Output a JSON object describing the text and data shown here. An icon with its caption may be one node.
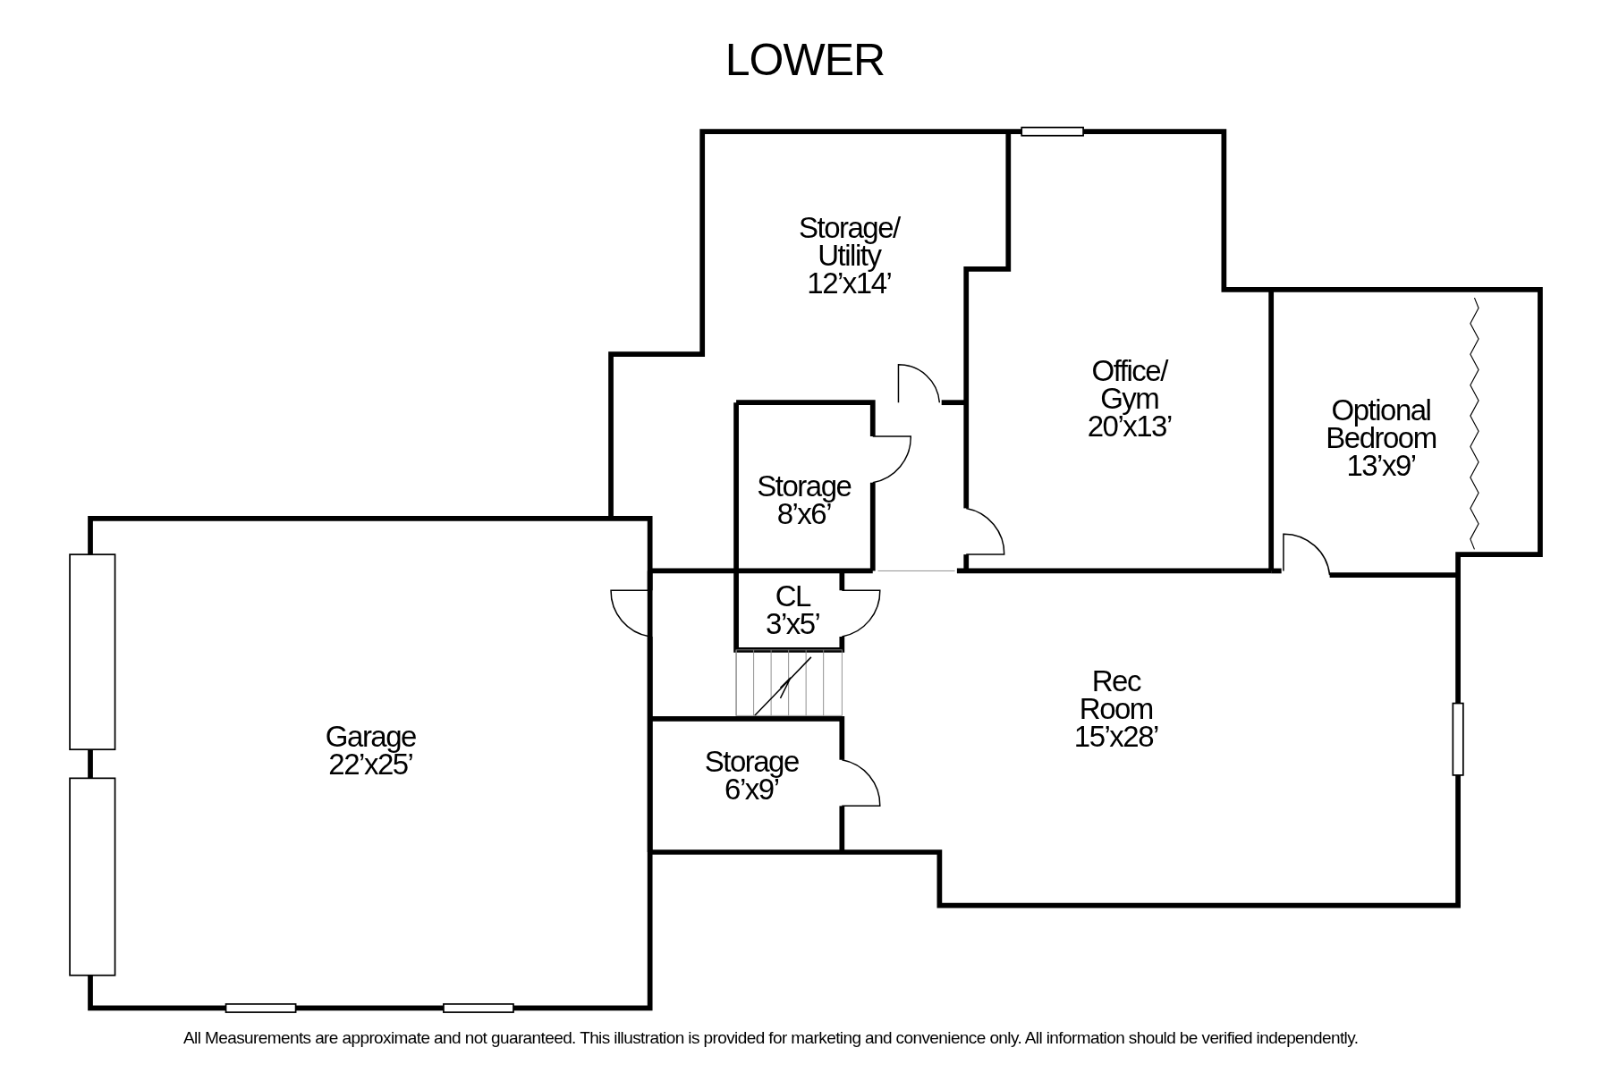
{
  "diagram": {
    "title": "LOWER",
    "nodes": [
      {
        "text": [
          "Storage/ Utility",
          "12’x14’"
        ]
      },
      {
        "text": [
          "Office/ Gym",
          "20’x13’"
        ]
      },
      {
        "text": [
          "Optional Bedroom",
          "13’x9’"
        ]
      },
      {
        "text": [
          "Storage",
          "8’x6’"
        ]
      },
      {
        "text": [
          "CL",
          "3’x5’"
        ]
      },
      {
        "text": [
          "Garage",
          "22’x25’"
        ]
      },
      {
        "text": [
          "Rec Room",
          "15’x28’"
        ]
      },
      {
        "text": [
          "Storage",
          "6’x9’"
        ]
      }
    ],
    "labels": [
      "All Measurements are approximate and not guaranteed.  This illustration is provided for marketing and convenience only.  All information should be verified independently."
    ]
  }
}
